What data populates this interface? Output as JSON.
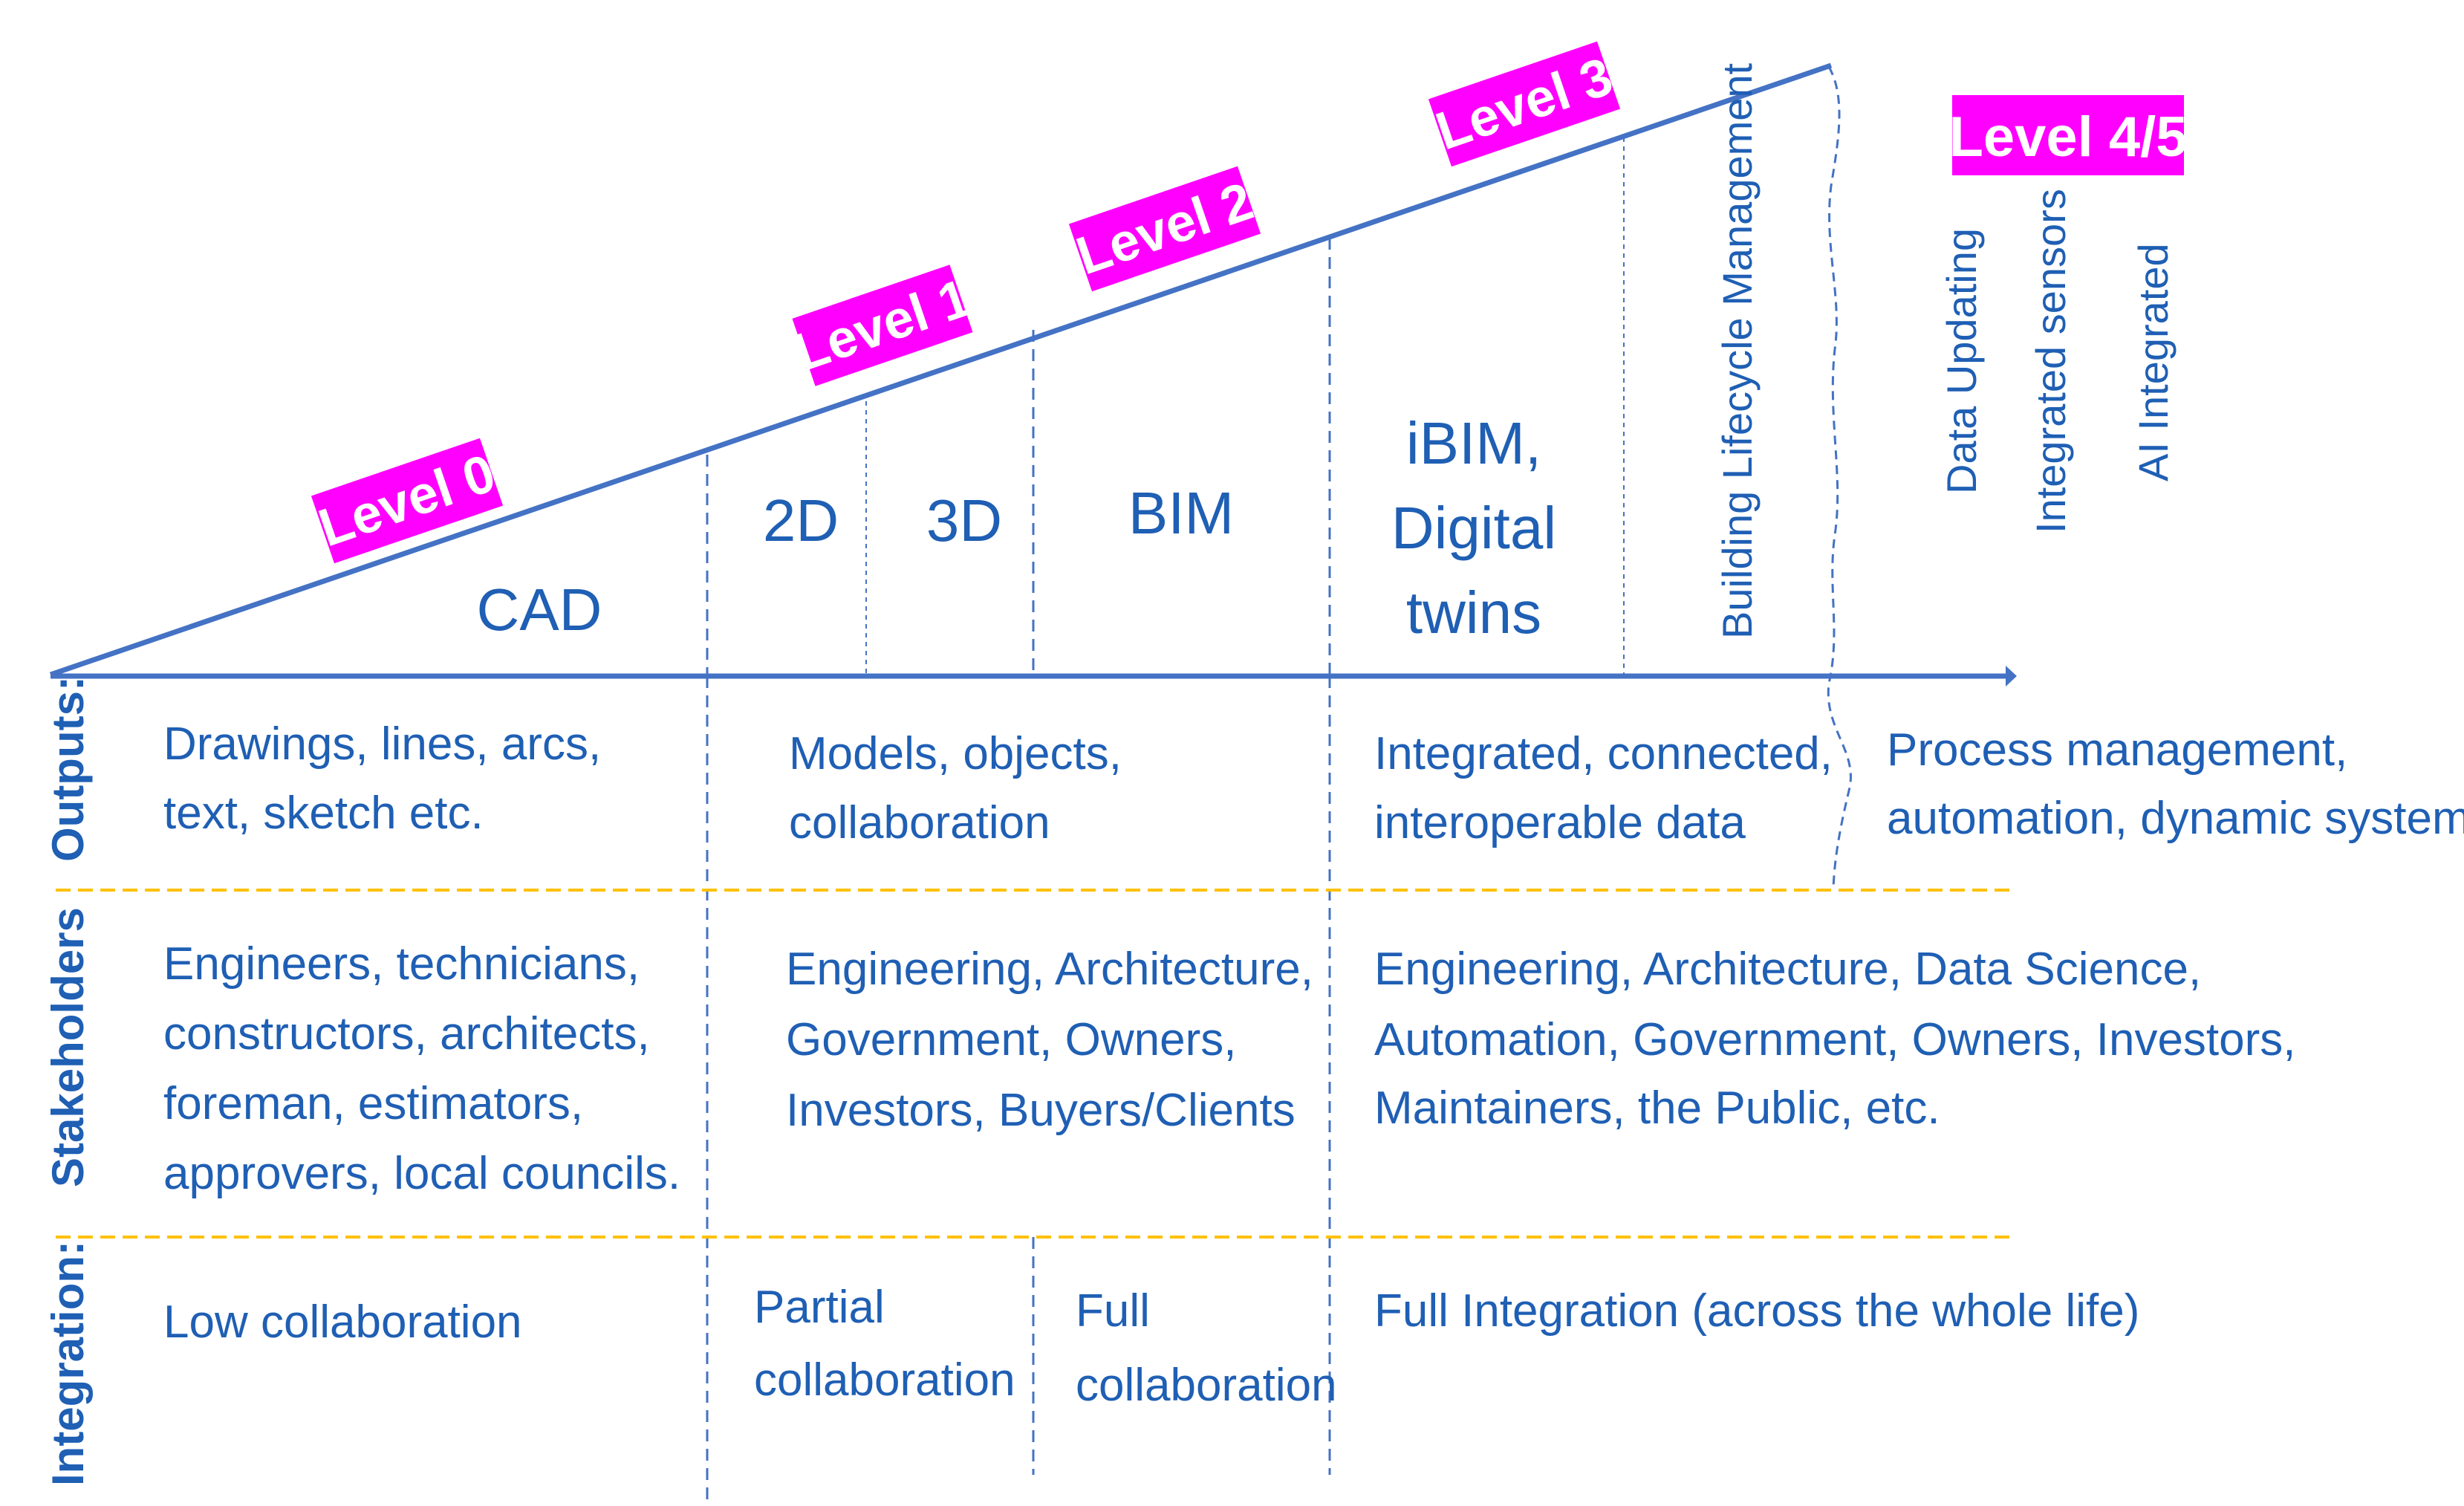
{
  "colors": {
    "text": "#1f5fb4",
    "line": "#4472c4",
    "badge": "#ff00ff",
    "separator": "#ffc000"
  },
  "levels": [
    "Level 0",
    "Level 1",
    "Level 2",
    "Level 3",
    "Level 4/5"
  ],
  "stages": {
    "cad": "CAD",
    "two_d": "2D",
    "three_d": "3D",
    "bim": "BIM",
    "ibim": [
      "iBIM,",
      "Digital",
      "twins"
    ],
    "lifecycle": "Building Lifecycle Management",
    "future": [
      "Data Updating",
      "Integrated sensors",
      "AI Integrated"
    ]
  },
  "row_labels": {
    "outputs": "Outputs:",
    "stakeholders": "Stakeholders",
    "integration": "Integration:"
  },
  "outputs": {
    "col1": [
      "Drawings, lines, arcs,",
      "text, sketch etc."
    ],
    "col2": [
      "Models, objects,",
      "collaboration"
    ],
    "col3": [
      "Integrated, connected,",
      "interoperable data"
    ],
    "col4": [
      "Process management,",
      "automation, dynamic systems."
    ]
  },
  "stakeholders": {
    "col1": [
      "Engineers, technicians,",
      "constructors, architects,",
      "foreman, estimators,",
      "approvers, local councils."
    ],
    "col2": [
      "Engineering, Architecture,",
      "Government, Owners,",
      "Investors, Buyers/Clients"
    ],
    "col3": [
      "Engineering, Architecture, Data Science,",
      "Automation, Government, Owners, Investors,",
      "Maintainers, the Public, etc."
    ]
  },
  "integration": {
    "col1": "Low collaboration",
    "col2": [
      "Partial",
      "collaboration"
    ],
    "col3": [
      "Full",
      "collaboration"
    ],
    "col4": "Full Integration (across the whole life)"
  }
}
